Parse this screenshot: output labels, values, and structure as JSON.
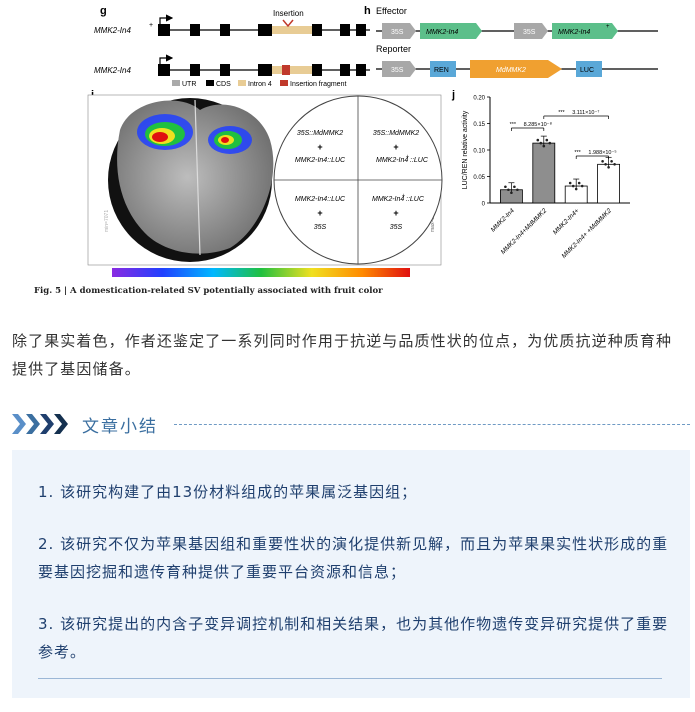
{
  "figure": {
    "panel_g": {
      "label": "g",
      "row1_name": "MMK2-In4",
      "row1_sup": "+",
      "insertion_label": "Insertion",
      "row2_name": "MMK2-In4",
      "legend": {
        "utr": "UTR",
        "cds": "CDS",
        "intron": "Intron 4",
        "insertion": "Insertion fragment"
      }
    },
    "panel_h": {
      "label": "h",
      "effector_title": "Effector",
      "effector_items": [
        "35S",
        "MMK2-In4",
        "35S",
        "MMK2-In4"
      ],
      "effector_sup": "+",
      "reporter_title": "Reporter",
      "reporter_items": [
        "35S",
        "REN",
        "MdMMK2",
        "LUC"
      ]
    },
    "panel_i": {
      "label": "i",
      "q1_line1": "35S::MdMMK2",
      "q1_plus": "+",
      "q1_line2": "MMK2-In4::LUC",
      "q2_line1": "35S::MdMMK2",
      "q2_plus": "+",
      "q2_line2": "MMK2-In4",
      "q2_line2_sup": "+",
      "q2_line2_suffix": "::LUC",
      "q3_line1": "MMK2-In4::LUC",
      "q3_plus": "+",
      "q3_line2": "35S",
      "q4_line1": "MMK2-In4",
      "q4_line1_sup": "+",
      "q4_line1_suffix": "::LUC",
      "q4_plus": "+",
      "q4_line2": "35S",
      "scale_min": "min=7071",
      "scale_max": "max=884"
    },
    "panel_j": {
      "label": "j",
      "caption": "Fig. 5 | A domestication-related SV potentially associated with fruit color"
    }
  },
  "chart_data": {
    "type": "bar",
    "title": "",
    "ylabel": "LUC/REN relative activity",
    "xlabel": "",
    "ylim": [
      0,
      0.2
    ],
    "yticks": [
      "0",
      "0.05",
      "0.10",
      "0.15",
      "0.20"
    ],
    "categories": [
      "MMK2-In4",
      "MMK2-In4+MdMMK2",
      "MMK2-In4+",
      "MMK2-In4+ +MdMMK2"
    ],
    "values": [
      0.025,
      0.113,
      0.032,
      0.073
    ],
    "bar_colors": [
      "#8e8e8e",
      "#8e8e8e",
      "#ffffff",
      "#ffffff"
    ],
    "annotations": [
      "8.285×10⁻⁸",
      "3.111×10⁻⁷",
      "1.988×10⁻⁵"
    ],
    "stars": [
      "***",
      "***",
      "***"
    ]
  },
  "paragraph": "除了果实着色，作者还鉴定了一系列同时作用于抗逆与品质性状的位点，为优质抗逆种质育种提供了基因储备。",
  "section": {
    "title": "文章小结"
  },
  "summary": {
    "items": [
      "1. 该研究构建了由13份材料组成的苹果属泛基因组；",
      "2. 该研究不仅为苹果基因组和重要性状的演化提供新见解，而且为苹果果实性状形成的重要基因挖掘和遗传育种提供了重要平台资源和信息；",
      "3. 该研究提出的内含子变异调控机制和相关结果，也为其他作物遗传变异研究提供了重要参考。"
    ]
  },
  "colors": {
    "accent_blue": "#3b6fa0",
    "summary_bg": "#eef4fb",
    "summary_text": "#1f3f6e",
    "gene_green": "#5cbf8a",
    "gene_orange": "#f0a030",
    "insertion_red": "#c0392b",
    "intron_tan": "#e8cc95"
  }
}
